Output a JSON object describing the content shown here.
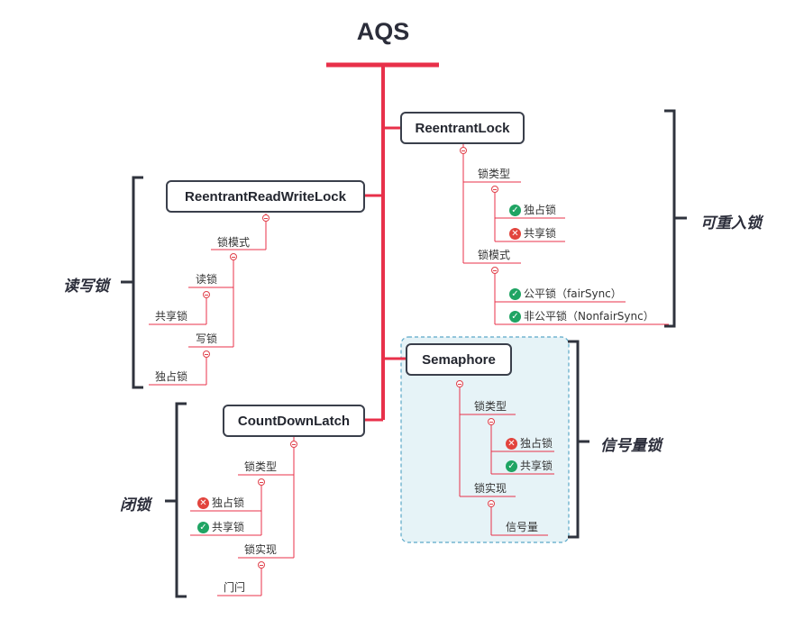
{
  "title": "AQS",
  "colors": {
    "trunk": "#e8304a",
    "branch": "#e8304a",
    "bracket": "#2f333d",
    "highlight_fill": "#e6f3f7",
    "highlight_border": "#5aa8c8",
    "ok": "#1fa463",
    "no": "#e2443d"
  },
  "reentrant_lock": {
    "name": "ReentrantLock",
    "group_label": "可重入锁",
    "lock_type": {
      "label": "锁类型",
      "items": [
        {
          "text": "独占锁",
          "icon": "check-icon"
        },
        {
          "text": "共享锁",
          "icon": "cross-icon"
        }
      ]
    },
    "lock_mode": {
      "label": "锁模式",
      "items": [
        {
          "text": "公平锁（fairSync）",
          "icon": "check-icon"
        },
        {
          "text": "非公平锁（NonfairSync）",
          "icon": "check-icon"
        }
      ]
    }
  },
  "rw_lock": {
    "name": "ReentrantReadWriteLock",
    "group_label": "读写锁",
    "lock_mode": {
      "label": "锁模式"
    },
    "read_lock": {
      "label": "读锁",
      "value": "共享锁"
    },
    "write_lock": {
      "label": "写锁",
      "value": "独占锁"
    }
  },
  "semaphore": {
    "name": "Semaphore",
    "group_label": "信号量锁",
    "lock_type": {
      "label": "锁类型",
      "items": [
        {
          "text": "独占锁",
          "icon": "cross-icon"
        },
        {
          "text": "共享锁",
          "icon": "check-icon"
        }
      ]
    },
    "impl": {
      "label": "锁实现",
      "value": "信号量"
    }
  },
  "countdown": {
    "name": "CountDownLatch",
    "group_label": "闭锁",
    "lock_type": {
      "label": "锁类型",
      "items": [
        {
          "text": "独占锁",
          "icon": "cross-icon"
        },
        {
          "text": "共享锁",
          "icon": "check-icon"
        }
      ]
    },
    "impl": {
      "label": "锁实现",
      "value": "门闩"
    }
  }
}
